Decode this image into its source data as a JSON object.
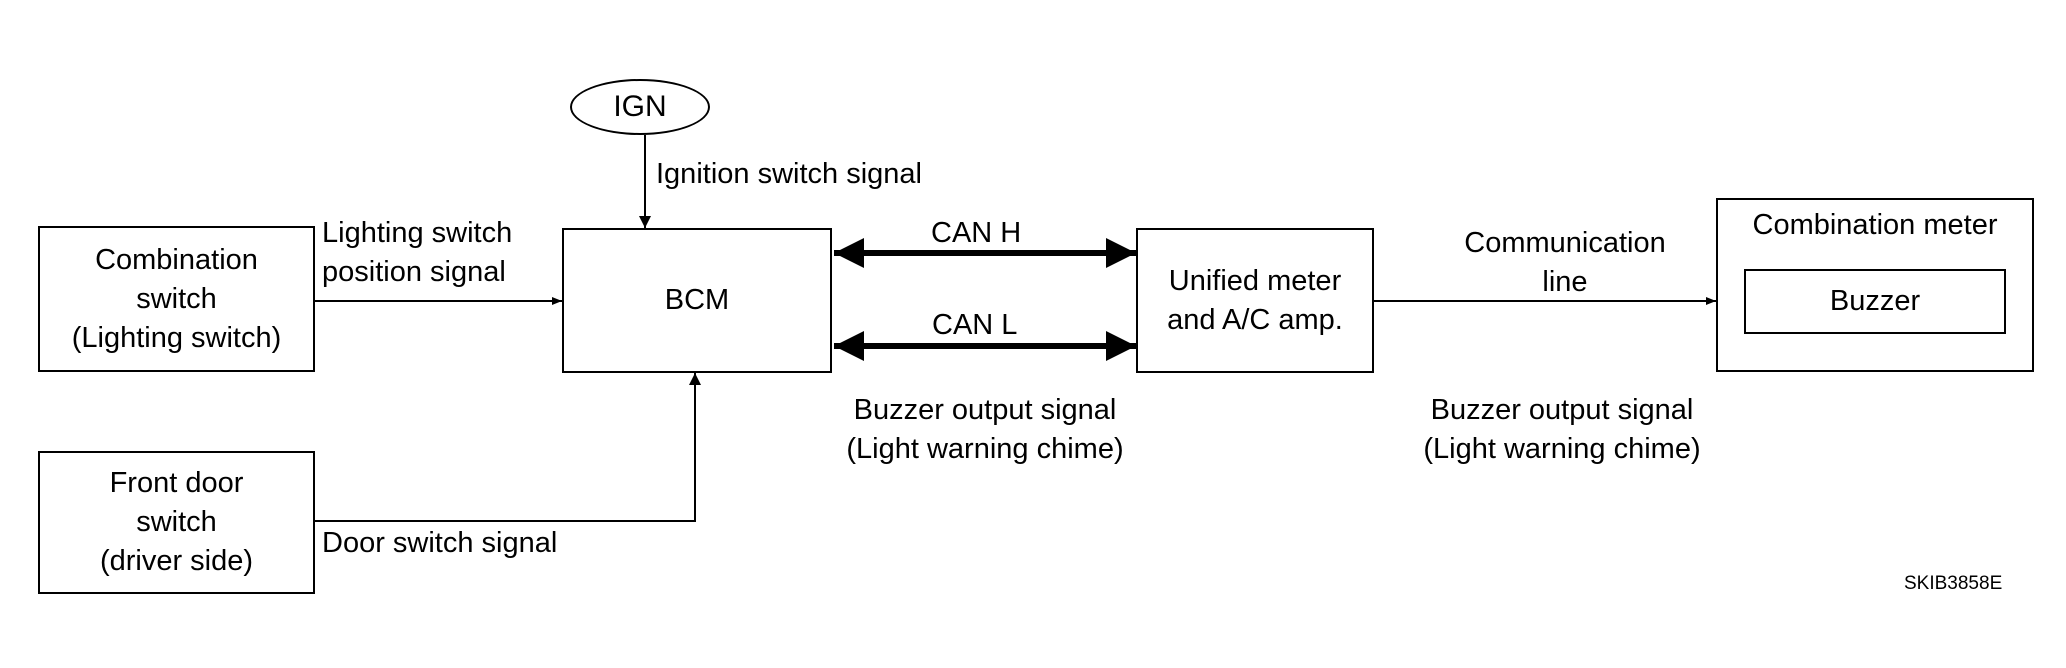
{
  "nodes": {
    "ign": "IGN",
    "combination_switch": [
      "Combination",
      "switch",
      "(Lighting switch)"
    ],
    "front_door_switch": [
      "Front door",
      "switch",
      "(driver side)"
    ],
    "bcm": "BCM",
    "unified_meter": [
      "Unified meter",
      "and A/C amp."
    ],
    "combination_meter": "Combination meter",
    "buzzer": "Buzzer"
  },
  "signals": {
    "ignition": "Ignition switch signal",
    "lighting": [
      "Lighting switch",
      "position signal"
    ],
    "door": "Door switch signal",
    "can_h": "CAN H",
    "can_l": "CAN L",
    "buzzer_output_bcm": [
      "Buzzer output signal",
      "(Light warning chime)"
    ],
    "communication": [
      "Communication",
      "line"
    ],
    "buzzer_output_meter": [
      "Buzzer output signal",
      "(Light warning chime)"
    ]
  },
  "figure_code": "SKIB3858E"
}
